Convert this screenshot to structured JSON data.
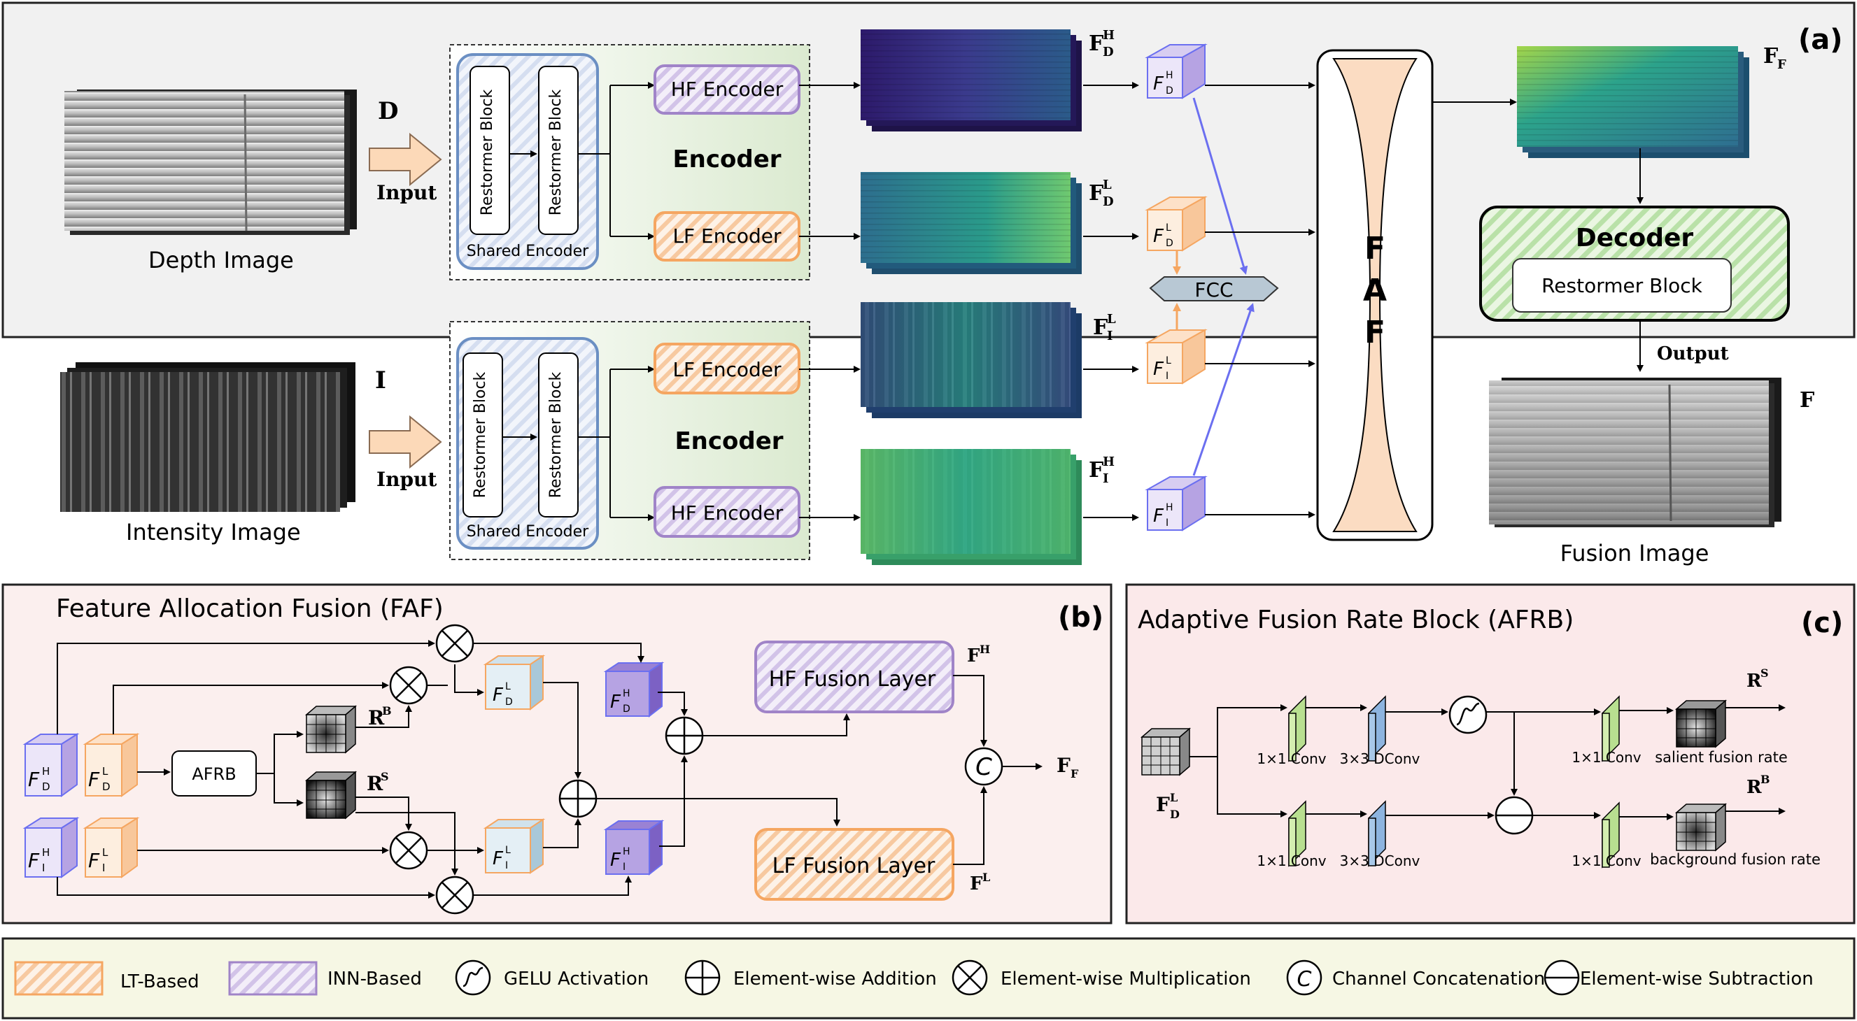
{
  "panel_a": {
    "tag": "(a)",
    "depth_caption": "Depth Image",
    "intensity_caption": "Intensity Image",
    "letter_d": "D",
    "letter_i": "I",
    "input_label": "Input",
    "restormer_block": "Restormer Block",
    "shared_encoder": "Shared Encoder",
    "encoder": "Encoder",
    "hf_encoder": "HF Encoder",
    "lf_encoder": "LF Encoder",
    "fcc": "FCC",
    "faf": "F A F",
    "decoder": "Decoder",
    "output_label": "Output",
    "fusion_caption": "Fusion Image",
    "feat_F": "F",
    "sup_H": "H",
    "sup_L": "L",
    "sub_D": "D",
    "sub_I": "I",
    "sub_F": "F"
  },
  "panel_b": {
    "title": "Feature Allocation Fusion (FAF)",
    "tag": "(b)",
    "afrb": "AFRB",
    "r": "R",
    "sup_B": "B",
    "sup_S": "S",
    "hf_fusion": "HF Fusion Layer",
    "lf_fusion": "LF Fusion Layer",
    "concat_symbol": "C"
  },
  "panel_c": {
    "title": "Adaptive Fusion Rate Block (AFRB)",
    "tag": "(c)",
    "conv1": "1×1 Conv",
    "dconv": "3×3 DConv",
    "salient": "salient fusion rate",
    "background": "background fusion rate"
  },
  "legend": {
    "lt": "LT-Based",
    "inn": "INN-Based",
    "gelu": "GELU Activation",
    "add": "Element-wise Addition",
    "mul": "Element-wise Multiplication",
    "concat": "Channel Concatenation",
    "sub": "Element-wise Subtraction"
  },
  "colors": {
    "panel_bg": "#f1f1f1",
    "pink_bg": "#fbecec",
    "legend_bg": "#f6f7e4",
    "lt_orange": "#f5a661",
    "inn_purple": "#a084c8",
    "encoder_green": "#e6f0dc",
    "fcc_fill": "#b8c8d4",
    "faf_fill": "#fbdcc2",
    "decoder_green": "#9bd18a",
    "conv_green": "#d4eeb0",
    "dconv_blue": "#a8c8e8",
    "arrow_blue": "#6b6ff0"
  }
}
